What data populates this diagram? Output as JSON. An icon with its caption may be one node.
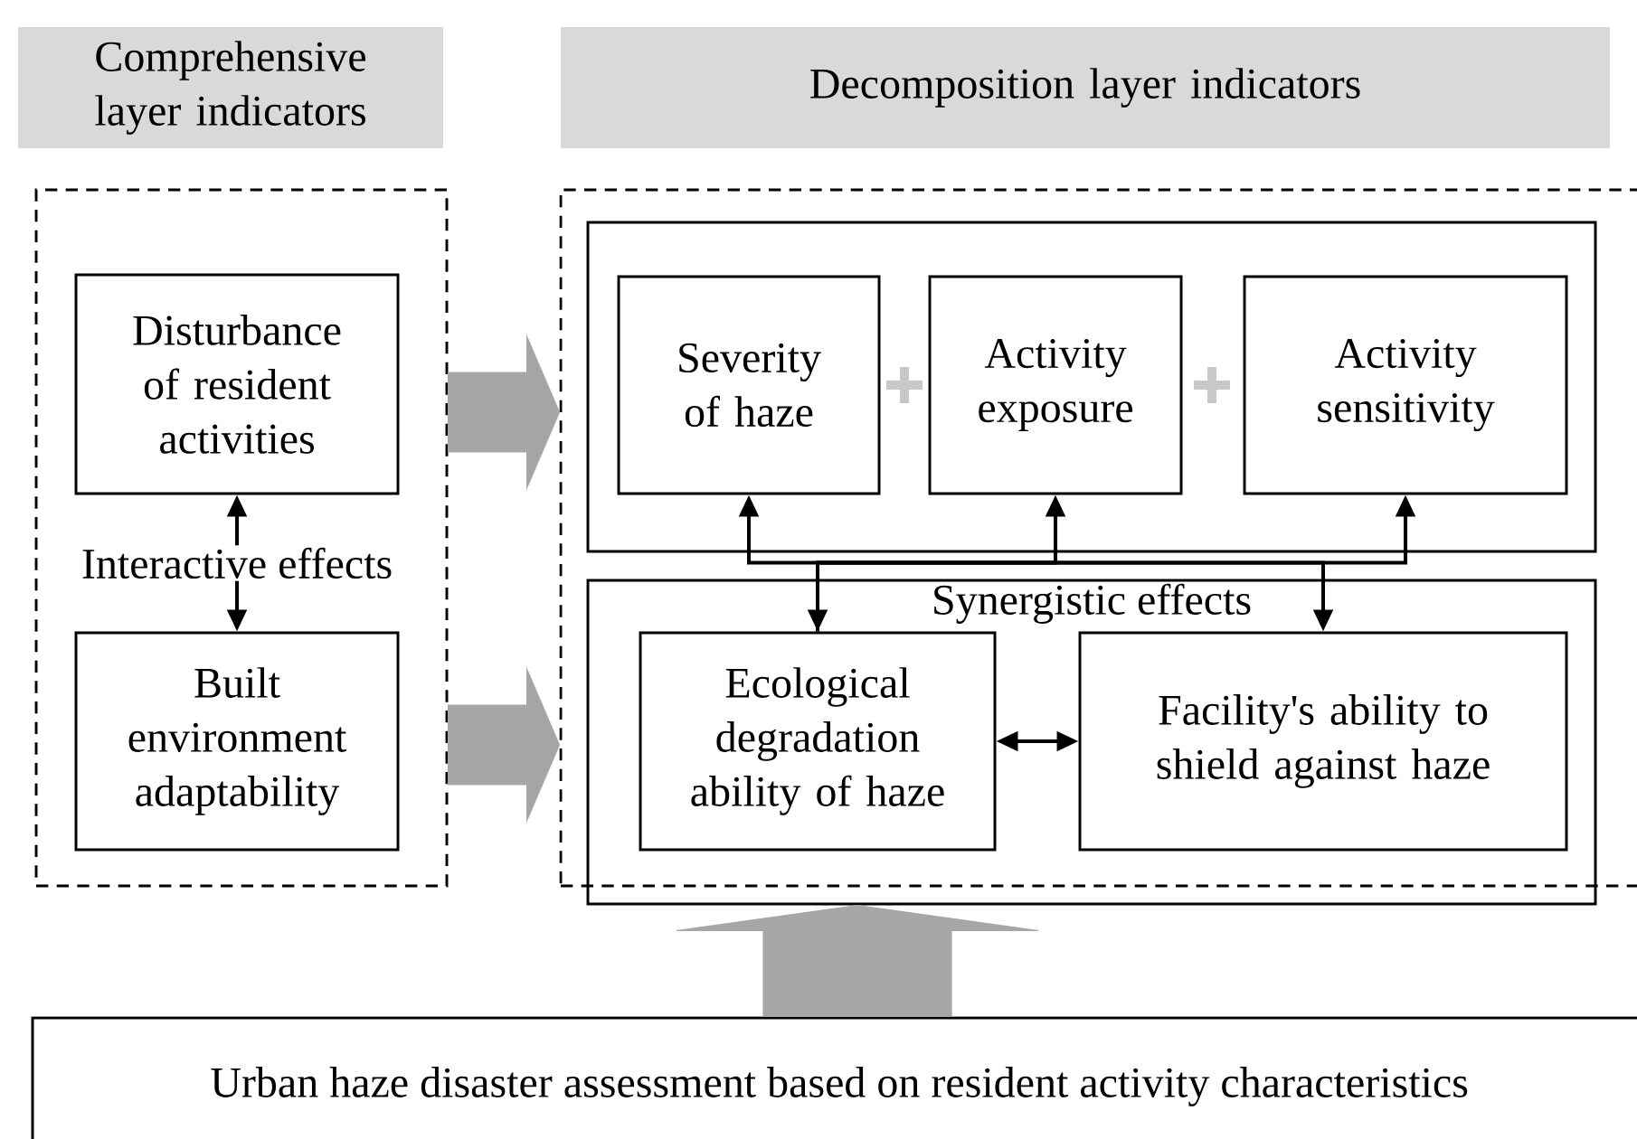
{
  "diagram": {
    "nodes": [
      {
        "text": [
          "Comprehensive layer indicators"
        ]
      },
      {
        "text": [
          "Decomposition layer indicators"
        ]
      },
      {
        "text": [],
        "shape": "box"
      },
      {
        "text": [
          "Disturbance of resident activities"
        ],
        "in": 2
      },
      {
        "text": [
          "Built environment adaptability"
        ],
        "in": 2
      },
      {
        "text": [],
        "shape": "box"
      },
      {
        "text": [],
        "shape": "box",
        "in": 5
      },
      {
        "text": [
          "Severity of haze"
        ],
        "in": 6
      },
      {
        "text": [
          "Activity exposure"
        ],
        "in": 6
      },
      {
        "text": [
          "Activity sensitivity"
        ],
        "in": 6
      },
      {
        "text": [
          "Synergistic effects"
        ],
        "in": 5
      },
      {
        "text": [
          "Ecological degradation ability of haze"
        ],
        "in": 10
      },
      {
        "text": [
          "Facility's ability to shield against haze"
        ],
        "in": 10
      },
      {
        "text": [
          "Urban haze disaster assessment based on resident activity characteristics"
        ]
      }
    ],
    "edges": [
      {
        "from": 3,
        "to": 4,
        "arrow": "both",
        "label": "Interactive effects"
      },
      {
        "from": 11,
        "to": 9,
        "arrow": "both"
      },
      {
        "from": 11,
        "to": 8,
        "arrow": "to"
      },
      {
        "from": 12,
        "to": 7,
        "arrow": "both"
      },
      {
        "from": 11,
        "to": 12,
        "arrow": "both"
      },
      {
        "from": 2,
        "to": 5,
        "arrow": "to",
        "style": "thick",
        "color": "#a6a6a6"
      },
      {
        "from": 2,
        "to": 5,
        "arrow": "to",
        "style": "thick",
        "color": "#a6a6a6"
      },
      {
        "from": 13,
        "to": 10,
        "arrow": "to",
        "style": "thick",
        "color": "#a6a6a6"
      }
    ]
  }
}
